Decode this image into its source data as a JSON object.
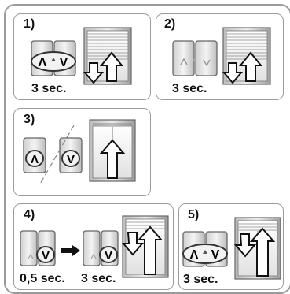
{
  "steps": [
    {
      "number": "1)",
      "duration": "3 sec.",
      "keys": [
        "Λ",
        "V"
      ]
    },
    {
      "number": "2)",
      "duration": "3 sec."
    },
    {
      "number": "3)",
      "keys": [
        "Λ",
        "V"
      ]
    },
    {
      "number": "4)",
      "first_duration": "0,5 sec.",
      "second_duration": "3 sec.",
      "keys": [
        "V",
        "V"
      ]
    },
    {
      "number": "5)",
      "duration": "3 sec.",
      "keys": [
        "Λ",
        "V"
      ]
    }
  ]
}
